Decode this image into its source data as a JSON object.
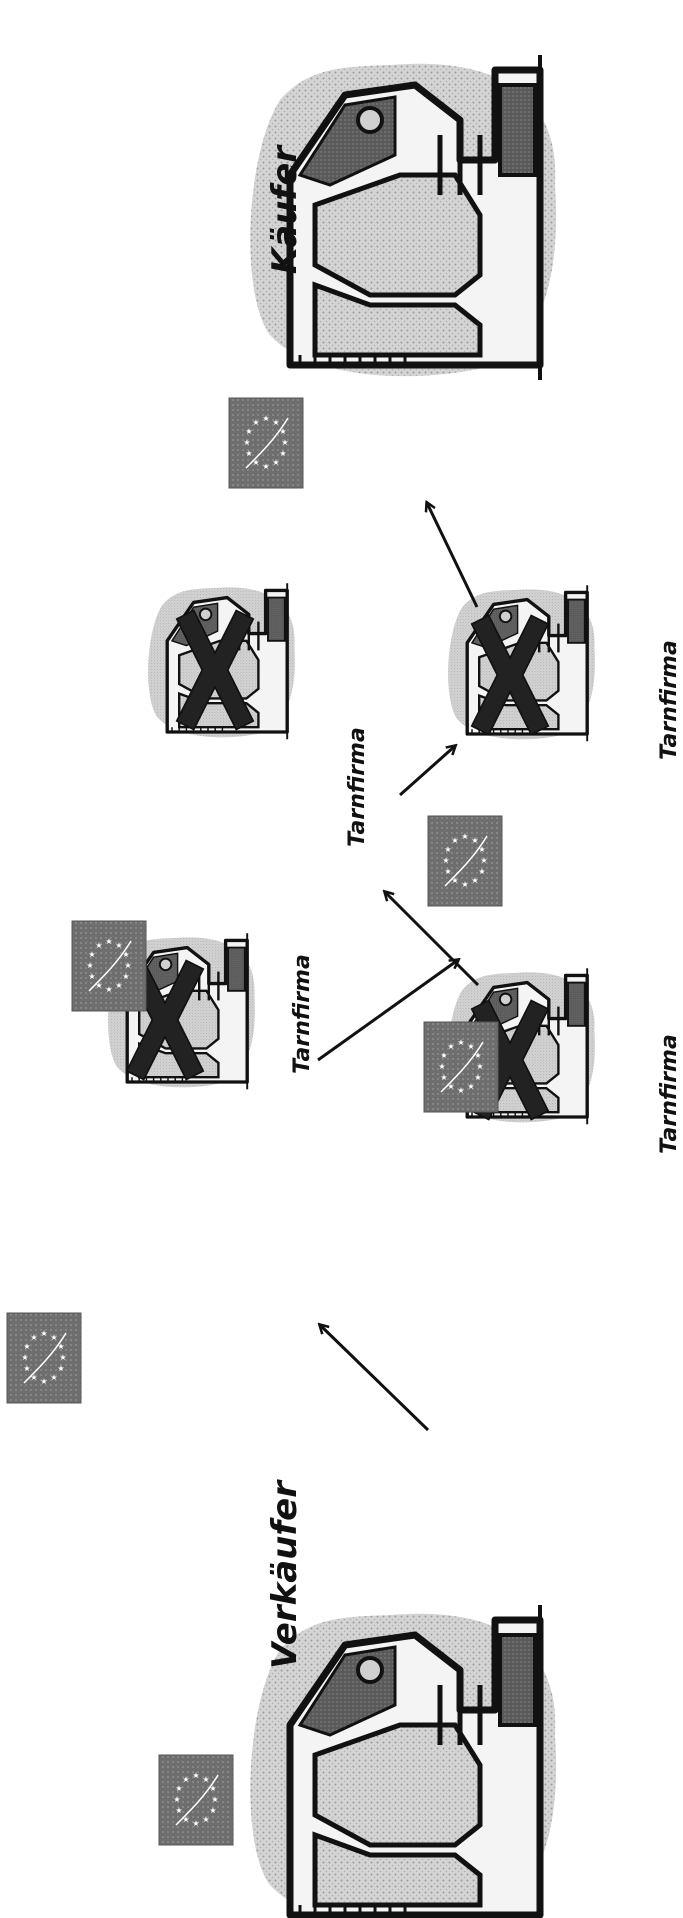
{
  "labels": {
    "seller": "Verkäufer",
    "buyer": "Käufer",
    "shell_company": "Tarnfirma"
  },
  "colors": {
    "ink": "#111111",
    "cross": "#222222",
    "cloud": "#c8c8c8",
    "flag_bg": "#6e6e6e"
  },
  "icons": {
    "ship": "ship-icon",
    "flag": "eu-flag-icon",
    "cross": "cross-icon",
    "arrow": "arrow-icon"
  }
}
